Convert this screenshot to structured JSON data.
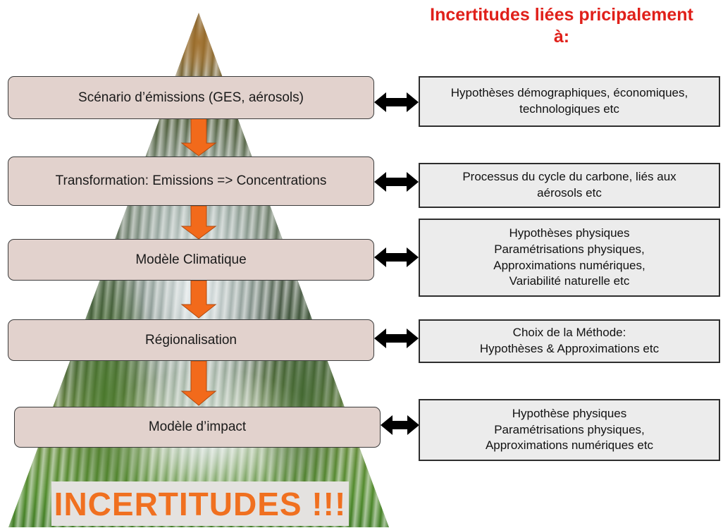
{
  "title": {
    "line1": "Incertitudes liées pricipalement",
    "line2": "à:"
  },
  "stages": [
    {
      "label": "Scénario d’émissions (GES, aérosols)"
    },
    {
      "label": "Transformation: Emissions => Concentrations"
    },
    {
      "label": "Modèle Climatique"
    },
    {
      "label": "Régionalisation"
    },
    {
      "label": "Modèle d’impact"
    }
  ],
  "uncertainties": [
    {
      "lines": [
        "Hypothèses démographiques, économiques,",
        "technologiques etc"
      ]
    },
    {
      "lines": [
        "Processus du cycle du carbone, liés aux",
        "aérosols etc"
      ]
    },
    {
      "lines": [
        "Hypothèses physiques",
        "Paramétrisations physiques,",
        "Approximations numériques,",
        "Variabilité naturelle etc"
      ]
    },
    {
      "lines": [
        "Choix de la Méthode:",
        "Hypothèses & Approximations etc"
      ]
    },
    {
      "lines": [
        "Hypothèse physiques",
        "Paramétrisations physiques,",
        "Approximations numériques etc"
      ]
    }
  ],
  "footer": {
    "label": "INCERTITUDES !!!"
  },
  "colors": {
    "title": "#e0201a",
    "flow_arrow": "#f26a1b",
    "double_arrow": "#000000",
    "stage_fill": "#e2d2cd",
    "footer_text": "#f07020"
  }
}
